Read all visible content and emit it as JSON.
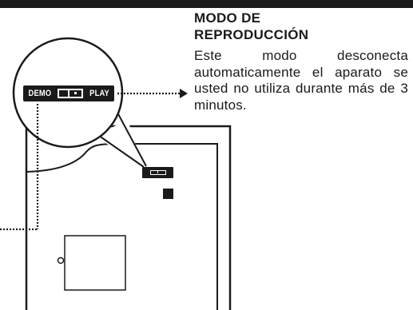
{
  "heading": {
    "line1": "MODO DE",
    "line2": "REPRODUCCIÓN"
  },
  "description": "Este modo desconecta automaticamente el aparato se usted no utiliza durante más de 3 minutos.",
  "switch": {
    "left_label": "DEMO",
    "right_label": "PLAY",
    "selected": "PLAY"
  }
}
